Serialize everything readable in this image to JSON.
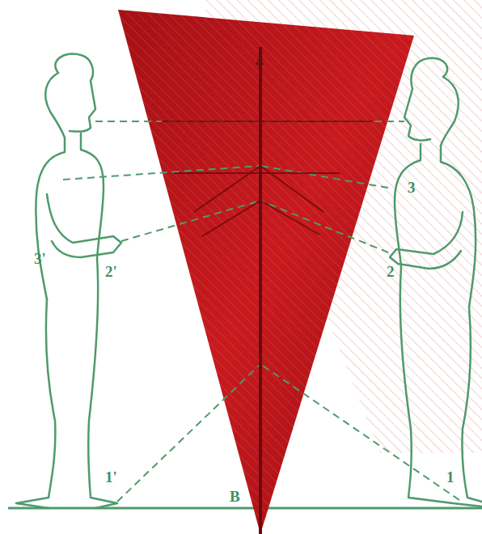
{
  "diagram": {
    "labels": [
      "4",
      "3'",
      "2'",
      "1'",
      "B",
      "3",
      "2",
      "1"
    ]
  }
}
